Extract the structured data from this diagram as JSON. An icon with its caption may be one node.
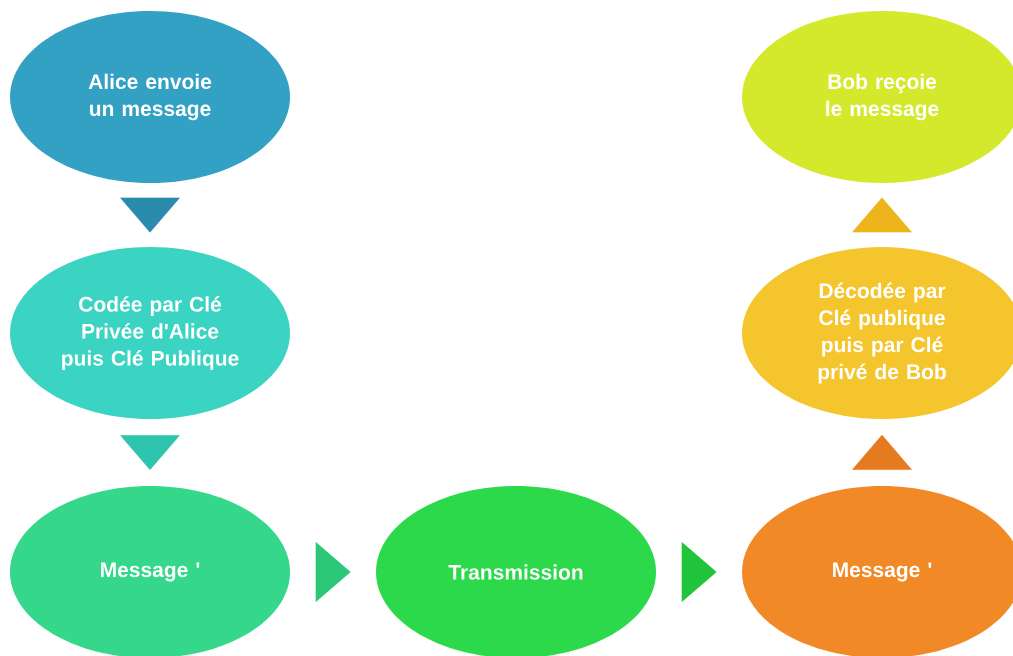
{
  "diagram": {
    "nodes": [
      {
        "text": [
          "Alice envoie un message"
        ]
      },
      {
        "text": [
          "Codée par Clé Privée d'Alice puis Clé Publique"
        ]
      },
      {
        "text": [
          "Message '"
        ]
      },
      {
        "text": [
          "Transmission"
        ]
      },
      {
        "text": [
          "Message '"
        ]
      },
      {
        "text": [
          "Décodée par Clé publique puis par Clé privé de Bob"
        ]
      },
      {
        "text": [
          "Bob reçoie le message"
        ]
      }
    ],
    "edges": [
      {
        "from": 0,
        "to": 1,
        "arrow": "to",
        "color": "#2a8bad"
      },
      {
        "from": 1,
        "to": 2,
        "arrow": "to",
        "color": "#2fc4ae"
      },
      {
        "from": 2,
        "to": 3,
        "arrow": "to",
        "color": "#2cc878"
      },
      {
        "from": 3,
        "to": 4,
        "arrow": "to",
        "color": "#22c43c"
      },
      {
        "from": 4,
        "to": 5,
        "arrow": "to",
        "color": "#e57a1e"
      },
      {
        "from": 5,
        "to": 6,
        "arrow": "to",
        "color": "#edb41c"
      }
    ]
  }
}
